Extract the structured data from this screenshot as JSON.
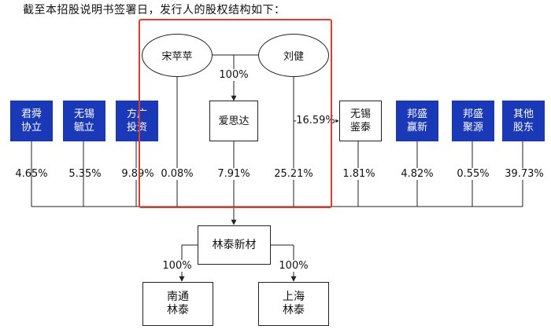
{
  "intro": "截至本招股说明书签署日，发行人的股权结构如下：",
  "nodes": {
    "song": "宋苹苹",
    "liu": "刘健",
    "aisida": "爱思达",
    "linxin": "林泰新材",
    "nantong": [
      "南通",
      "林泰"
    ],
    "shanghai": [
      "上海",
      "林泰"
    ],
    "junshun": [
      "君舜",
      "协立"
    ],
    "wuxi_yu": [
      "无锡",
      "毓立"
    ],
    "fangguang": [
      "方广",
      "投资"
    ],
    "wuxi_jian": [
      "无锡",
      "鉴泰"
    ],
    "bangsheng_yx": [
      "邦盛",
      "赢新"
    ],
    "bangsheng_jy": [
      "邦盛",
      "聚源"
    ],
    "others": [
      "其他",
      "股东"
    ]
  },
  "percentages": {
    "junshun": "4.65%",
    "wuxi_yu": "5.35%",
    "fangguang": "9.89%",
    "song": "0.08%",
    "aisida": "7.91%",
    "liu": "25.21%",
    "wuxi_jian": "1.81%",
    "bangsheng_yx": "4.82%",
    "bangsheng_jy": "0.55%",
    "others": "39.73%",
    "song_liu_to_aisida": "100%",
    "liu_to_wuxi_jian": "16.59%",
    "to_nantong": "100%",
    "to_shanghai": "100%"
  },
  "colors": {
    "blue_box": "#1a39b8",
    "highlight": "#e03b2c"
  }
}
